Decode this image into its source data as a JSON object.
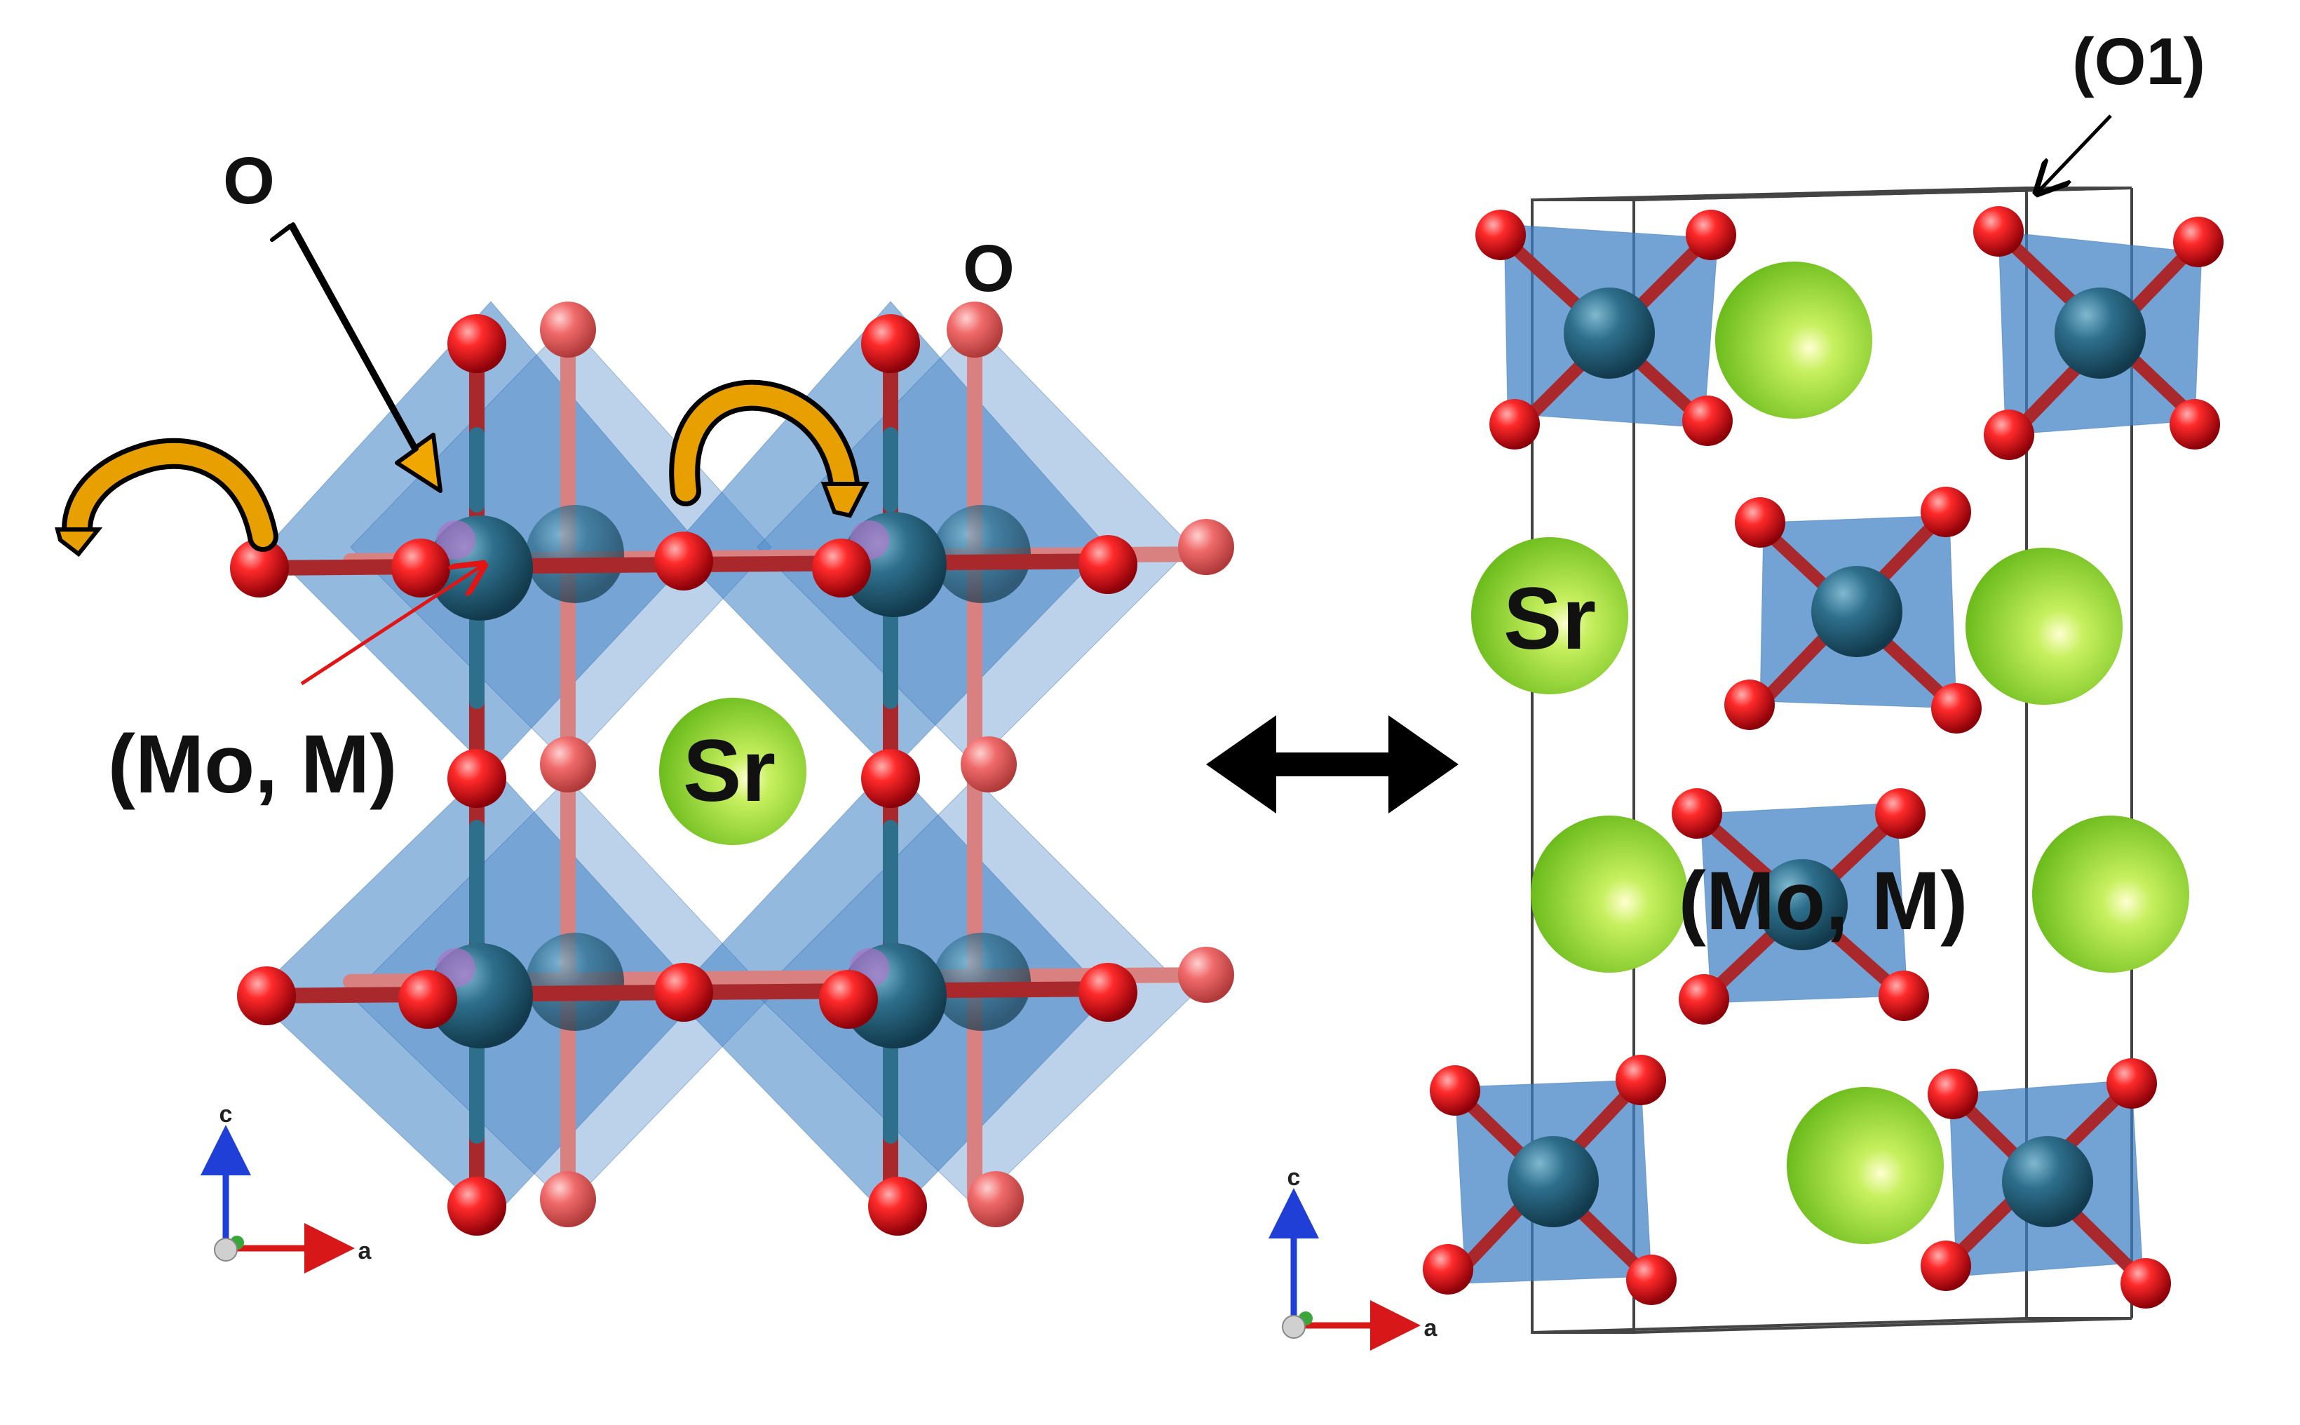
{
  "left_panel": {
    "label_o_top": "O",
    "label_o_right": "O",
    "label_sr": "Sr",
    "label_site": "(Mo, M)",
    "axis_c": "c",
    "axis_a": "a"
  },
  "right_panel": {
    "label_o1": "(O1)",
    "label_sr": "Sr",
    "label_site": "(Mo, M)",
    "axis_c": "c",
    "axis_a": "a"
  },
  "colors": {
    "oxygen": "#e0111a",
    "metal": "#2e6f8c",
    "strontium": "#8ed62a",
    "octahedron": "#3d7fc4",
    "rotation_arrow": "#f0a800",
    "pointer_red": "#e21414",
    "double_arrow": "#000000",
    "axis_c": "#1f3fd6",
    "axis_a": "#d81818",
    "axis_b": "#3aa63a"
  }
}
